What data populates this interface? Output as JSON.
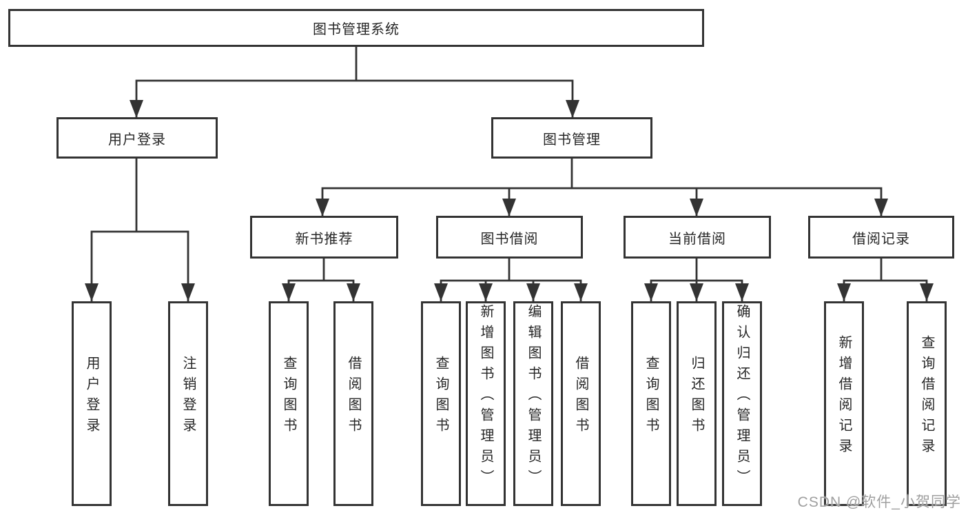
{
  "diagram": {
    "tree": {
      "label": "图书管理系统",
      "children": [
        {
          "label": "用户登录",
          "children": [
            {
              "label": "用户登录"
            },
            {
              "label": "注销登录"
            }
          ]
        },
        {
          "label": "图书管理",
          "children": [
            {
              "label": "新书推荐",
              "children": [
                {
                  "label": "查询图书"
                },
                {
                  "label": "借阅图书"
                }
              ]
            },
            {
              "label": "图书借阅",
              "children": [
                {
                  "label": "查询图书"
                },
                {
                  "label": "新增图书（管理员）"
                },
                {
                  "label": "编辑图书（管理员）"
                },
                {
                  "label": "借阅图书"
                }
              ]
            },
            {
              "label": "当前借阅",
              "children": [
                {
                  "label": "查询图书"
                },
                {
                  "label": "归还图书"
                },
                {
                  "label": "确认归还（管理员）"
                }
              ]
            },
            {
              "label": "借阅记录",
              "children": [
                {
                  "label": "新增借阅记录"
                },
                {
                  "label": "查询借阅记录"
                }
              ]
            }
          ]
        }
      ]
    },
    "colors": {
      "line": "#333333",
      "text": "#262626",
      "background": "#ffffff",
      "watermark": "#9f9f9f"
    }
  },
  "watermark": {
    "text": "CSDN @软件_小贺同学"
  }
}
